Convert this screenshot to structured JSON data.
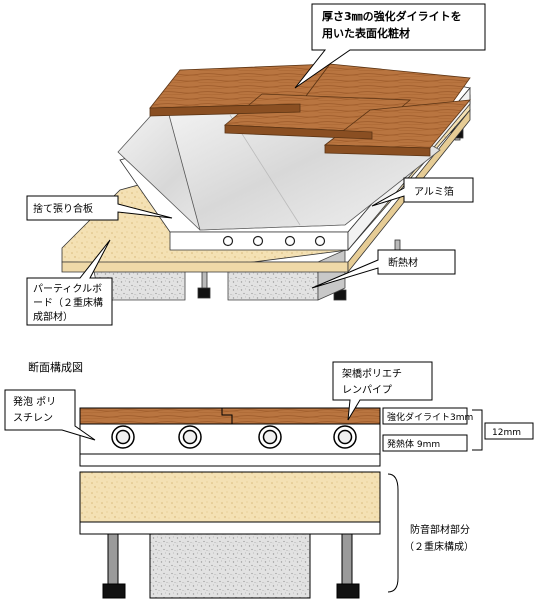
{
  "callouts": {
    "surface_line1": "厚さ3㎜の強化ダイライトを",
    "surface_line2": "用いた表面化粧材",
    "plywood": "捨て張り合板",
    "aluminum": "アルミ箔",
    "particle_line1": "パーティクルボ",
    "particle_line2": "ード（２重床構",
    "particle_line3": "成部材）",
    "insulation": "断熱材"
  },
  "section": {
    "title": "断面構成図",
    "pipe_line1": "架橋ポリエチ",
    "pipe_line2": "レンパイプ",
    "styrene_line1": "発泡 ポリ",
    "styrene_line2": "スチレン",
    "dilite": "強化ダイライト3mm",
    "foam": "発熱体 9mm",
    "total": "12mm",
    "soundproof_line1": "防音部材部分",
    "soundproof_line2": "（２重床構成）"
  },
  "colors": {
    "wood": "#b5703a",
    "wood_dark": "#8a4f22",
    "particle": "#f5e3b8",
    "granite": "#d6d6d6",
    "leg": "#888888"
  }
}
